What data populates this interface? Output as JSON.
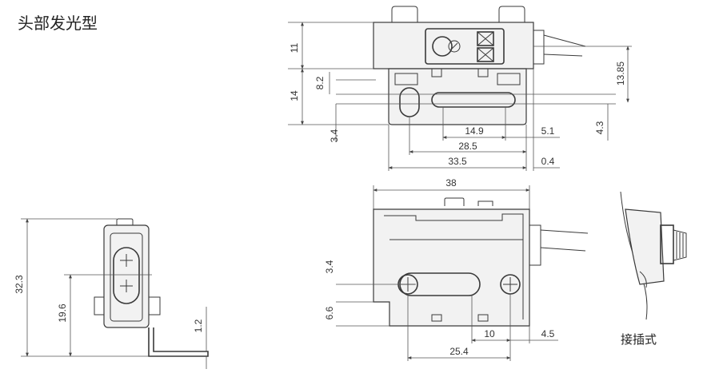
{
  "title": "头部发光型",
  "caption": "接插式",
  "top_view": {
    "dims": {
      "height_top": "11",
      "height_mid": "14",
      "offset_a": "8.2",
      "offset_b": "3.4",
      "right_height": "13.85",
      "right_low": "4.3",
      "slot_len": "14.9",
      "right_off": "5.1",
      "inner_width": "28.5",
      "total_width": "33.5",
      "edge": "0.4"
    }
  },
  "front_view": {
    "dims": {
      "width": "38",
      "hole_up": "3.4",
      "hole_down": "6.6",
      "slot_spacing": "10",
      "right_off": "4.5",
      "hole_pitch": "25.4"
    }
  },
  "side_view": {
    "dims": {
      "height": "32.3",
      "center": "19.6",
      "thickness": "1.2"
    }
  }
}
